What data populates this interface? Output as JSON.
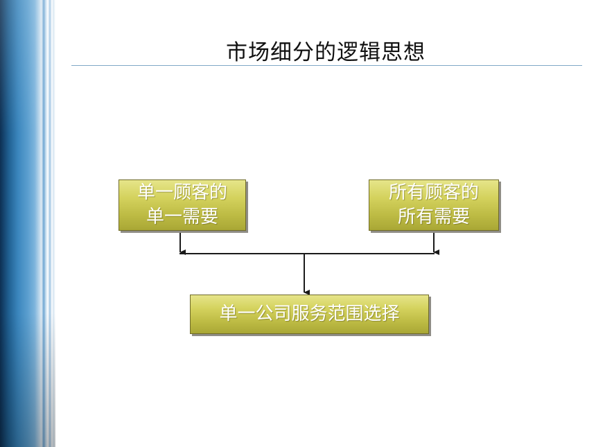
{
  "slide": {
    "title": "市场细分的逻辑思想"
  },
  "diagram": {
    "left_box": {
      "line1": "单一顾客的",
      "line2": "单一需要"
    },
    "right_box": {
      "line1": "所有顾客的",
      "line2": "所有需要"
    },
    "bottom_box": {
      "label": "单一公司服务范围选择"
    }
  }
}
